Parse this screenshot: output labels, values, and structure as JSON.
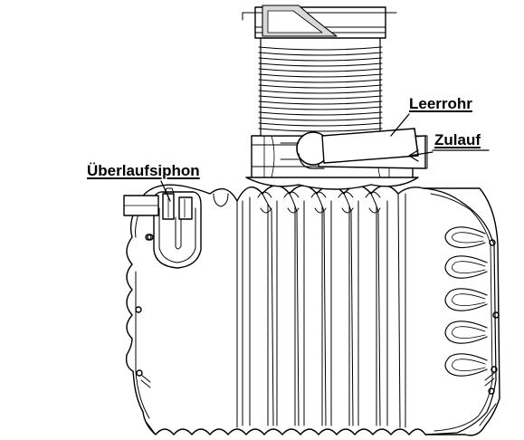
{
  "labels": {
    "leerrohr": "Leerrohr",
    "zulauf": "Zulauf",
    "ueberlaufsiphon": "Überlaufsiphon"
  },
  "colors": {
    "line": "#000000",
    "fill": "#ffffff",
    "shade": "#d9d9d9"
  }
}
